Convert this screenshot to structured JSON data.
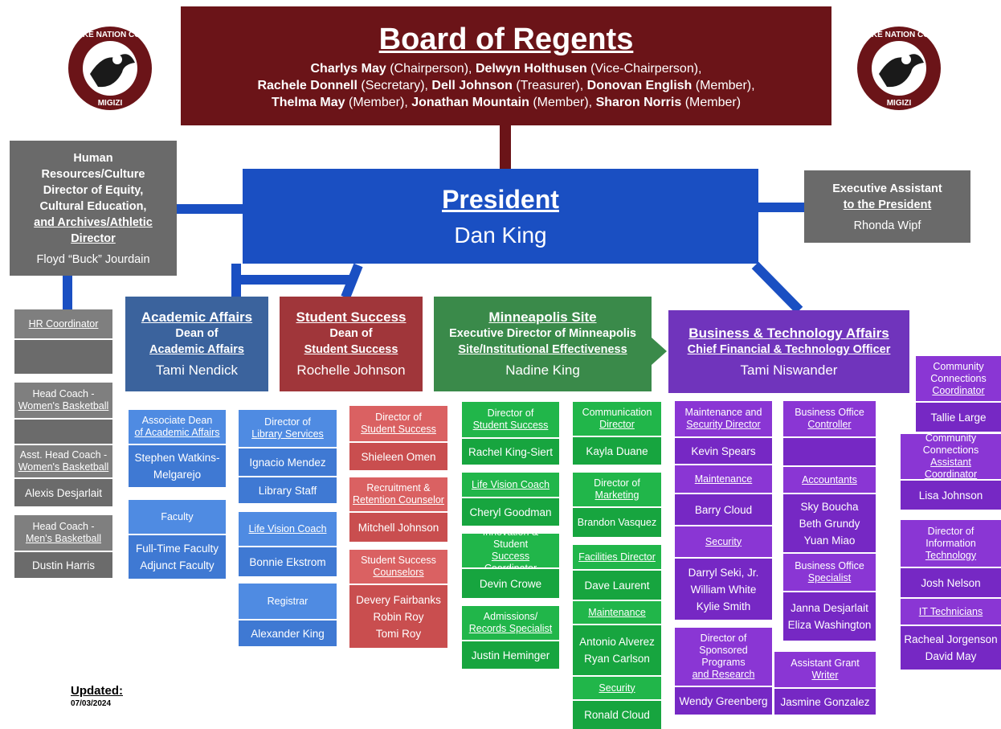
{
  "board": {
    "title": "Board of Regents",
    "members": [
      {
        "name": "Charlys May",
        "role": "(Chairperson),"
      },
      {
        "name": "Delwyn Holthusen",
        "role": "(Vice-Chairperson),"
      },
      {
        "name": "Rachele Donnell",
        "role": "(Secretary),"
      },
      {
        "name": "Dell Johnson",
        "role": "(Treasurer),"
      },
      {
        "name": "Donovan English",
        "role": "(Member),"
      },
      {
        "name": "Thelma May",
        "role": "(Member),"
      },
      {
        "name": "Jonathan Mountain",
        "role": "(Member),"
      },
      {
        "name": "Sharon Norris",
        "role": "(Member)"
      }
    ]
  },
  "logo": {
    "top_text": "RED LAKE NATION COLLEGE",
    "bottom_text": "MIGIZI",
    "colors": {
      "ring": "#6b1418",
      "eagle": "#1a1a1a"
    }
  },
  "president": {
    "title": "President",
    "name": "Dan King"
  },
  "hr": {
    "title_lines": [
      "Human",
      "Resources/Culture",
      "Director of Equity,",
      "Cultural Education,"
    ],
    "title_under_lines": [
      "and Archives/Athletic",
      "Director"
    ],
    "name": "Floyd “Buck” Jourdain"
  },
  "exec_assistant": {
    "title_lines": [
      "Executive Assistant"
    ],
    "title_under": "to the President",
    "name": "Rhonda Wipf"
  },
  "hr_column": [
    {
      "title": "HR Coordinator",
      "name": ""
    },
    {
      "title": "Head Coach -",
      "title_under": "Women's Basketball",
      "name": ""
    },
    {
      "title": "Asst. Head Coach -",
      "title_under": "Women's Basketball",
      "name": "Alexis Desjarlait"
    },
    {
      "title": "Head Coach -",
      "title_under": "Men's Basketball",
      "name": "Dustin Harris"
    }
  ],
  "academic": {
    "title": "Academic Affairs",
    "sub": "Dean of",
    "sub_under": "Academic Affairs",
    "name": "Tami Nendick",
    "cards": [
      {
        "title": "Associate Dean",
        "title_under": "of Academic Affairs",
        "name_lines": [
          "Stephen Watkins-",
          "Melgarejo"
        ]
      },
      {
        "title": "Faculty",
        "name_lines": [
          "Full-Time Faculty",
          "Adjunct Faculty"
        ]
      }
    ],
    "cards2": [
      {
        "title": "Director of",
        "title_under": "Library Services",
        "name_lines": [
          "Ignacio Mendez"
        ],
        "extra": "Library Staff"
      },
      {
        "title_under": "Life Vision Coach",
        "name_lines": [
          "Bonnie Ekstrom"
        ]
      },
      {
        "title": "Registrar",
        "name_lines": [
          "Alexander King"
        ]
      }
    ]
  },
  "student": {
    "title": "Student Success",
    "sub": "Dean of",
    "sub_under": "Student Success",
    "name": "Rochelle Johnson",
    "cards": [
      {
        "title": "Director of",
        "title_under": "Student Success",
        "name_lines": [
          "Shieleen Omen"
        ]
      },
      {
        "title": "Recruitment &",
        "title_under": "Retention Counselor",
        "name_lines": [
          "Mitchell Johnson"
        ]
      },
      {
        "title": "Student Success",
        "title_under": "Counselors",
        "name_lines": [
          "Devery Fairbanks",
          "Robin Roy",
          "Tomi Roy"
        ]
      }
    ]
  },
  "mpls": {
    "title": "Minneapolis Site",
    "sub": "Executive Director of Minneapolis",
    "sub_under": "Site/Institutional Effectiveness",
    "name": "Nadine King",
    "cards": [
      {
        "title": "Director of",
        "title_under": "Student Success",
        "name_lines": [
          "Rachel King-Siert"
        ]
      },
      {
        "title_under": "Life Vision Coach",
        "name_lines": [
          "Cheryl Goodman"
        ]
      },
      {
        "title": "Innovation & Student",
        "title_under": "Success Coordinator",
        "name_lines": [
          "Devin Crowe"
        ]
      },
      {
        "title": "Admissions/",
        "title_under": "Records Specialist",
        "name_lines": [
          "Justin Heminger"
        ]
      }
    ],
    "cards2": [
      {
        "title": "Communication",
        "title_under": "Director",
        "name_lines": [
          "Kayla Duane"
        ]
      },
      {
        "title": "Director of",
        "title_under": "Marketing",
        "name_lines": [
          "Brandon Vasquez"
        ]
      },
      {
        "title_under": "Facilities Director",
        "name_lines": [
          "Dave Laurent"
        ],
        "sub_under": "Maintenance",
        "sub_names": [
          "Antonio Alverez",
          "Ryan Carlson"
        ],
        "sub2_under": "Security",
        "sub2_names": [
          "Ronald Cloud"
        ]
      }
    ]
  },
  "bta": {
    "title": "Business & Technology Affairs",
    "sub_under": "Chief Financial & Technology Officer",
    "name": "Tami Niswander",
    "col1": {
      "title": "Maintenance and",
      "title_under": "Security Director",
      "name": "Kevin Spears",
      "maint": "Maintenance",
      "maint_name": "Barry Cloud",
      "security": "Security",
      "security_names": [
        "Darryl Seki, Jr.",
        "William White",
        "Kylie Smith"
      ]
    },
    "col2": {
      "title": "Business Office",
      "title_under": "Controller",
      "accountants": "Accountants",
      "accountant_names": [
        "Sky Boucha",
        "Beth Grundy",
        "Yuan Miao"
      ],
      "specialist_title": "Business Office",
      "specialist_under": "Specialist",
      "specialist_names": [
        "Janna Desjarlait",
        "Eliza Washington"
      ]
    },
    "sponsored": {
      "title_lines": [
        "Director of",
        "Sponsored",
        "Programs"
      ],
      "title_under": "and Research",
      "name": "Wendy Greenberg"
    },
    "grant": {
      "title": "Assistant Grant",
      "title_under": "Writer",
      "name": "Jasmine Gonzalez"
    },
    "right": [
      {
        "title_lines": [
          "Community",
          "Connections"
        ],
        "title_under": "Coordinator",
        "name": "Tallie Large"
      },
      {
        "title_lines": [
          "Community",
          "Connections"
        ],
        "title_under": "Assistant Coordinator",
        "name": "Lisa Johnson"
      },
      {
        "title_lines": [
          "Director of",
          "Information"
        ],
        "title_under": "Technology",
        "name": "Josh Nelson"
      },
      {
        "title_under": "IT Technicians",
        "name_lines": [
          "Racheal Jorgenson",
          "David May"
        ]
      }
    ]
  },
  "updated": {
    "label": "Updated:",
    "date": "07/03/2024"
  },
  "colors": {
    "board": "#6b1418",
    "president": "#1a4fc2",
    "academic": "#3b639d",
    "student": "#a0363a",
    "mpls": "#3a8a4a",
    "bta": "#7034bc",
    "grey": "#6a6a6a"
  }
}
